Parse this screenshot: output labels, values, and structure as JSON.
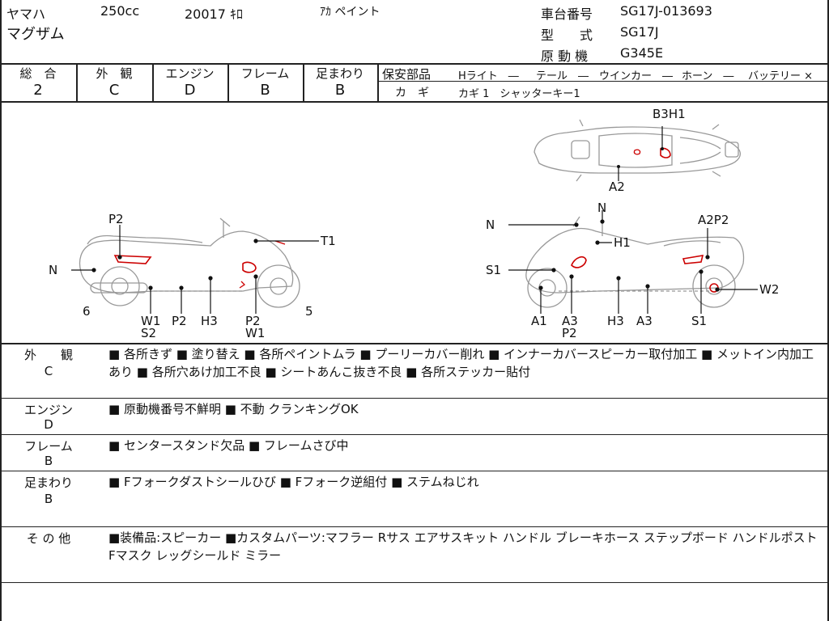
{
  "header": {
    "maker": "ヤマハ",
    "cc": "250cc",
    "mileage": "20017 ｷﾛ",
    "color": "ｱｶ ペイント",
    "model": "マグザム",
    "frame_label": "車台番号",
    "frame_value": "SG17J-013693",
    "type_label": "型　　式",
    "type_value": "SG17J",
    "engine_label": "原 動 機",
    "engine_value": "G345E"
  },
  "grades": {
    "overall": {
      "label": "総　合",
      "value": "2"
    },
    "exterior": {
      "label": "外　観",
      "value": "C"
    },
    "engine": {
      "label": "エンジン",
      "value": "D"
    },
    "frame": {
      "label": "フレーム",
      "value": "B"
    },
    "suspension": {
      "label": "足まわり",
      "value": "B"
    }
  },
  "safety": {
    "label": "保安部品",
    "headlight": "Hライト　―",
    "taillight": "テール　―",
    "winker": "ウインカー　―",
    "horn": "ホーン　―",
    "battery": "バッテリー ×",
    "key_label": "カ　ギ",
    "key_value": "カギ 1　シャッターキー1"
  },
  "diagram_labels": {
    "top_b3h1": "B3H1",
    "top_a2": "A2",
    "l_p2": "P2",
    "l_t1": "T1",
    "l_n": "N",
    "l_6": "6",
    "l_w1s2": "W1",
    "l_s2": "S2",
    "l_p2b": "P2",
    "l_h3": "H3",
    "l_p2c": "P2",
    "l_w1": "W1",
    "l_5": "5",
    "r_n": "N",
    "r_n2": "N",
    "r_a2p2": "A2P2",
    "r_h1": "H1",
    "r_s1": "S1",
    "r_w2": "W2",
    "r_a1": "A1",
    "r_a3": "A3",
    "r_p2": "P2",
    "r_h3": "H3",
    "r_a3b": "A3",
    "r_s1b": "S1"
  },
  "sections": [
    {
      "name": "外　　観",
      "grade": "C",
      "notes": "■ 各所きず ■ 塗り替え ■ 各所ペイントムラ ■ プーリーカバー削れ ■ インナーカバースピーカー取付加工 ■ メットイン内加工あり ■ 各所穴あけ加工不良 ■ シートあんこ抜き不良 ■ 各所ステッカー貼付"
    },
    {
      "name": "エンジン",
      "grade": "D",
      "notes": "■ 原動機番号不鮮明 ■ 不動 クランキングOK"
    },
    {
      "name": "フレーム",
      "grade": "B",
      "notes": "■ センタースタンド欠品 ■ フレームさび中"
    },
    {
      "name": "足まわり",
      "grade": "B",
      "notes": "■ Fフォークダストシールひび ■ Fフォーク逆組付 ■ ステムねじれ"
    },
    {
      "name": "そ の 他",
      "grade": "",
      "notes": "■装備品:スピーカー ■カスタムパーツ:マフラー Rサス エアサスキット ハンドル ブレーキホース ステップボード ハンドルポスト Fマスク レッグシールド ミラー"
    }
  ]
}
